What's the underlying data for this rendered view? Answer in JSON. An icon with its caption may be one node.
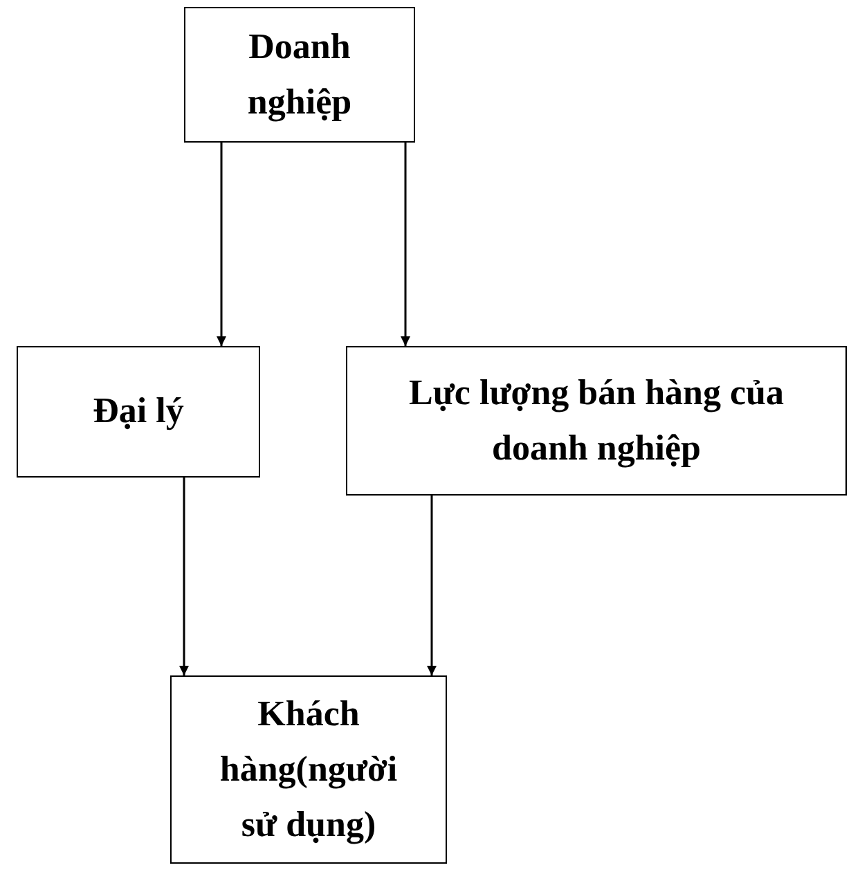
{
  "diagram": {
    "nodes": [
      {
        "text": [
          "Doanh nghiệp"
        ]
      },
      {
        "text": [
          "Đại lý"
        ]
      },
      {
        "text": [
          "Lực lượng bán hàng của doanh nghiệp"
        ]
      },
      {
        "text": [
          "Khách hàng(người sử dụng)"
        ]
      }
    ],
    "edges": [
      {
        "from": 0,
        "to": 1,
        "arrow": "to"
      },
      {
        "from": 0,
        "to": 2,
        "arrow": "to"
      },
      {
        "from": 1,
        "to": 3,
        "arrow": "to"
      },
      {
        "from": 2,
        "to": 3,
        "arrow": "to"
      }
    ]
  }
}
